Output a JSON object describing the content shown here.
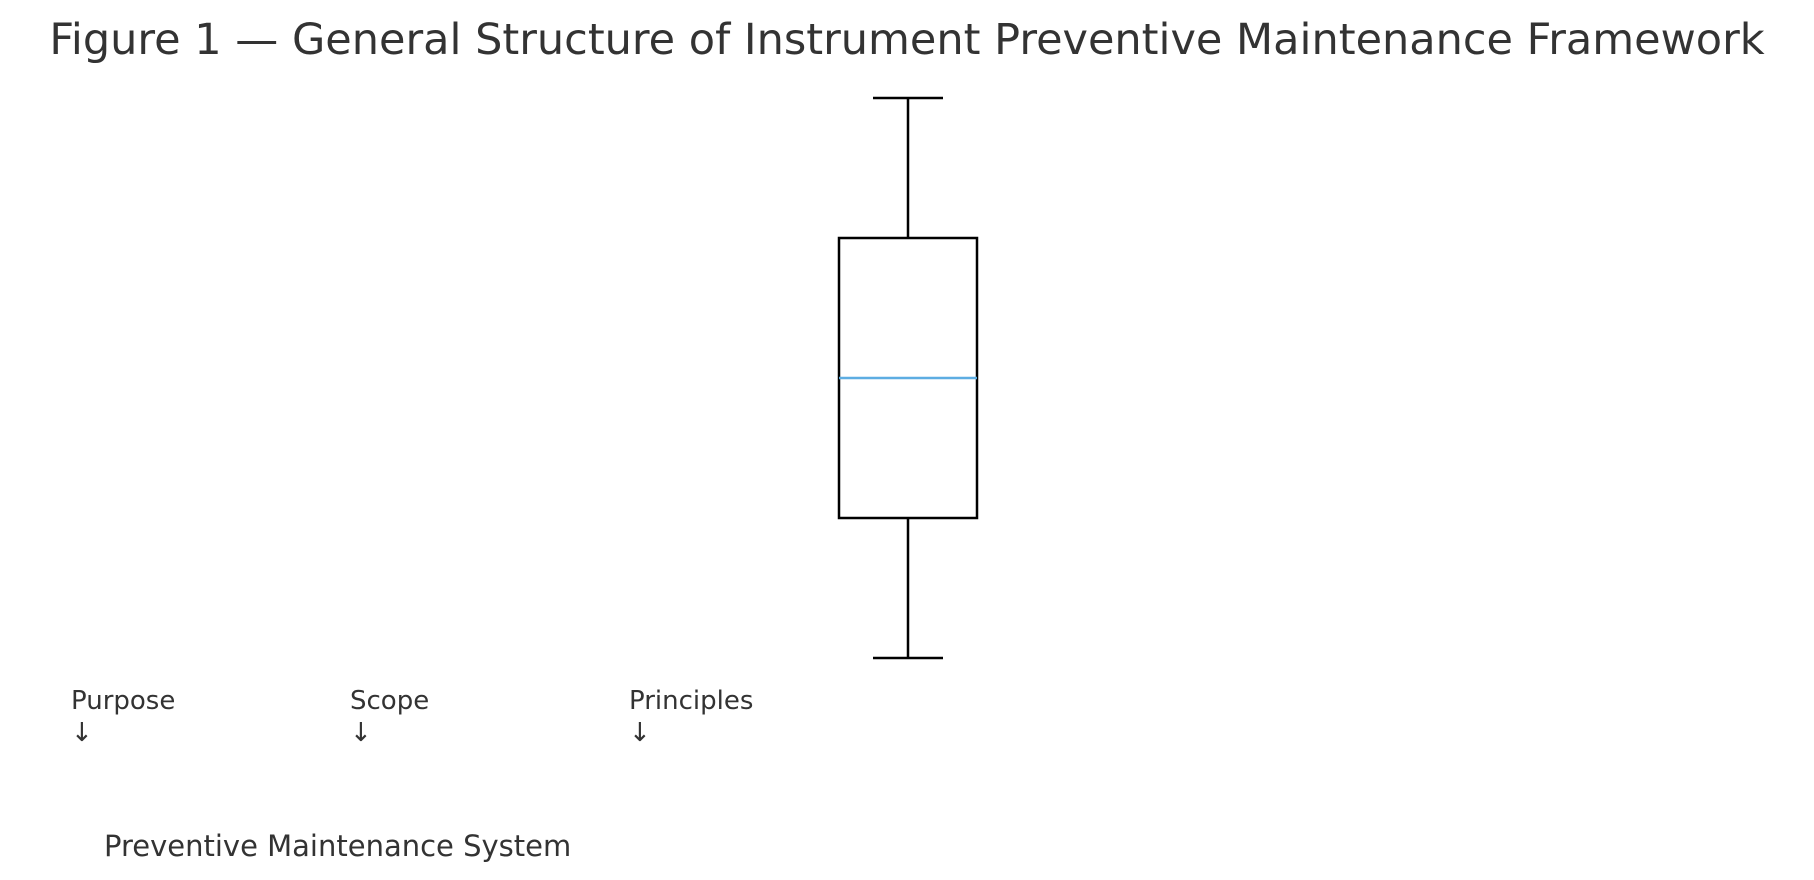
{
  "title": "Figure 1 — General Structure of Instrument Preventive Maintenance Framework",
  "components": [
    {
      "label": "Purpose",
      "arrow": "↓"
    },
    {
      "label": "Scope",
      "arrow": "↓"
    },
    {
      "label": "Principles",
      "arrow": "↓"
    }
  ],
  "system_label": "Preventive Maintenance System",
  "colors": {
    "text": "#333333",
    "box_stroke": "#000000",
    "median": "#5dade2"
  },
  "chart_data": {
    "type": "boxplot",
    "whisker_low": 0,
    "q1": 1,
    "median": 2,
    "q3": 3,
    "whisker_high": 4
  }
}
